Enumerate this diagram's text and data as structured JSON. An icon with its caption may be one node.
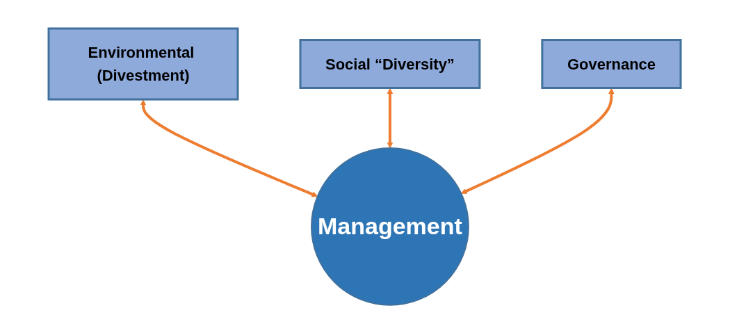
{
  "diagram": {
    "nodes": [
      {
        "text": [
          "Environmental (Divestment)"
        ]
      },
      {
        "text": [
          "Social “Diversity”"
        ]
      },
      {
        "text": [
          "Governance"
        ]
      },
      {
        "text": [
          "Management"
        ]
      }
    ],
    "edges": [
      {
        "from": 0,
        "to": 3,
        "arrow": "both"
      },
      {
        "from": 1,
        "to": 3,
        "arrow": "both"
      },
      {
        "from": 2,
        "to": 3,
        "arrow": "both"
      }
    ]
  }
}
